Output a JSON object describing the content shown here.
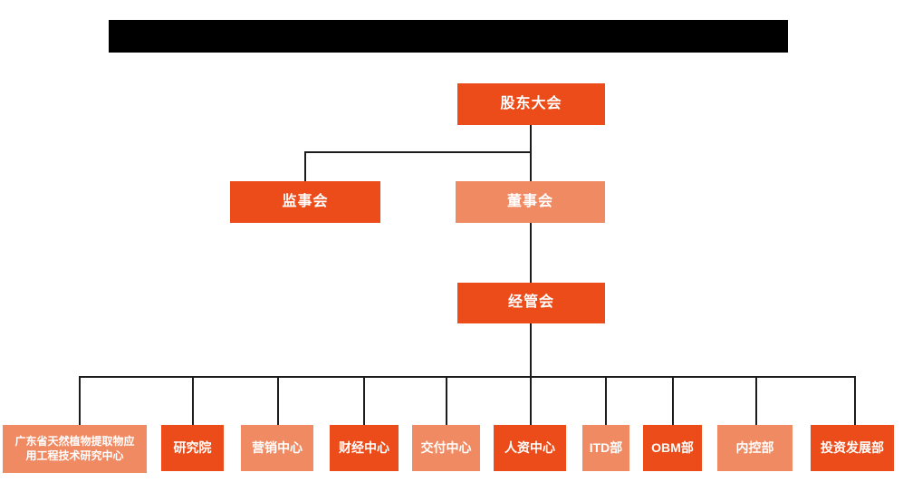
{
  "colors": {
    "primary": "#EC4C1A",
    "secondary": "#F08A63",
    "line": "#1c1c1c",
    "text_on_box": "#FFFFFF",
    "background": "#FFFFFF",
    "redaction": "#000000"
  },
  "title_bar": {
    "type": "redacted-black-bar",
    "text": ""
  },
  "nodes": {
    "shareholders": {
      "label": "股东大会",
      "variant": "primary"
    },
    "supervisory": {
      "label": "监事会",
      "variant": "primary"
    },
    "board": {
      "label": "董事会",
      "variant": "secondary"
    },
    "management": {
      "label": "经管会",
      "variant": "primary"
    }
  },
  "departments": [
    {
      "label": "广东省天然植物提取物应用工程技术研究中心",
      "variant": "secondary"
    },
    {
      "label": "研究院",
      "variant": "primary"
    },
    {
      "label": "营销中心",
      "variant": "secondary"
    },
    {
      "label": "财经中心",
      "variant": "primary"
    },
    {
      "label": "交付中心",
      "variant": "secondary"
    },
    {
      "label": "人资中心",
      "variant": "primary"
    },
    {
      "label": "ITD部",
      "variant": "secondary"
    },
    {
      "label": "OBM部",
      "variant": "primary"
    },
    {
      "label": "内控部",
      "variant": "secondary"
    },
    {
      "label": "投资发展部",
      "variant": "primary"
    }
  ],
  "hierarchy": {
    "root": "股东大会",
    "edges": [
      [
        "股东大会",
        "监事会"
      ],
      [
        "股东大会",
        "董事会"
      ],
      [
        "董事会",
        "经管会"
      ],
      [
        "经管会",
        "广东省天然植物提取物应用工程技术研究中心"
      ],
      [
        "经管会",
        "研究院"
      ],
      [
        "经管会",
        "营销中心"
      ],
      [
        "经管会",
        "财经中心"
      ],
      [
        "经管会",
        "交付中心"
      ],
      [
        "经管会",
        "人资中心"
      ],
      [
        "经管会",
        "ITD部"
      ],
      [
        "经管会",
        "OBM部"
      ],
      [
        "经管会",
        "内控部"
      ],
      [
        "经管会",
        "投资发展部"
      ]
    ]
  }
}
